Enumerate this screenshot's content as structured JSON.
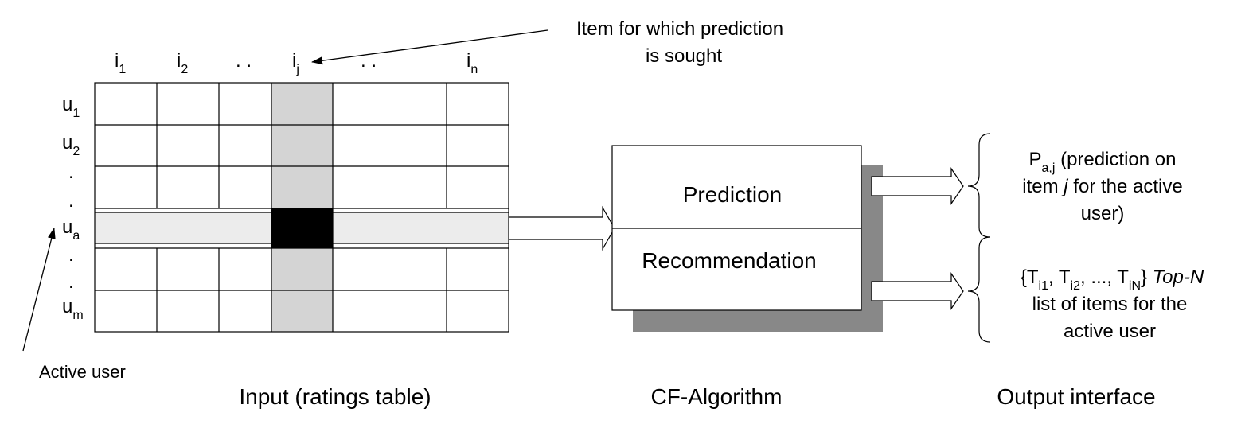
{
  "input": {
    "columns": [
      {
        "main": "i",
        "sub": "1"
      },
      {
        "main": "i",
        "sub": "2"
      },
      {
        "main": ". .",
        "sub": ""
      },
      {
        "main": "i",
        "sub": "j"
      },
      {
        "main": ". .",
        "sub": ""
      },
      {
        "main": "i",
        "sub": "n"
      }
    ],
    "rows": [
      {
        "main": "u",
        "sub": "1"
      },
      {
        "main": "u",
        "sub": "2"
      },
      {
        "main": ".",
        "sub": ""
      },
      {
        "main": ".",
        "sub": ""
      },
      {
        "main": "u",
        "sub": "a"
      },
      {
        "main": ".",
        "sub": ""
      },
      {
        "main": ".",
        "sub": ""
      },
      {
        "main": "u",
        "sub": "m"
      }
    ],
    "target_item_note_line1": "Item for which prediction",
    "target_item_note_line2": "is sought",
    "active_user_label": "Active user",
    "caption": "Input (ratings table)"
  },
  "algorithm": {
    "prediction_label": "Prediction",
    "recommendation_label": "Recommendation",
    "caption": "CF-Algorithm"
  },
  "output": {
    "prediction": {
      "symbol": "P",
      "symbol_sub": "a,j",
      "line1_rest": " (prediction on",
      "line2_pre": "item ",
      "line2_var": "j",
      "line2_post": " for the active",
      "line3": "user)"
    },
    "topn": {
      "p1": "{T",
      "s1": "i1",
      "p2": ", T",
      "s2": "i2",
      "p3": ", ..., T",
      "s3": "iN",
      "p4": "} ",
      "italic": "Top-N",
      "line2": "list of items for the",
      "line3": "active user"
    },
    "caption": "Output interface"
  },
  "colors": {
    "highlight_column": "#d4d4d4",
    "active_row": "#ececec",
    "target_cell": "#000000",
    "shadow": "#888888"
  }
}
